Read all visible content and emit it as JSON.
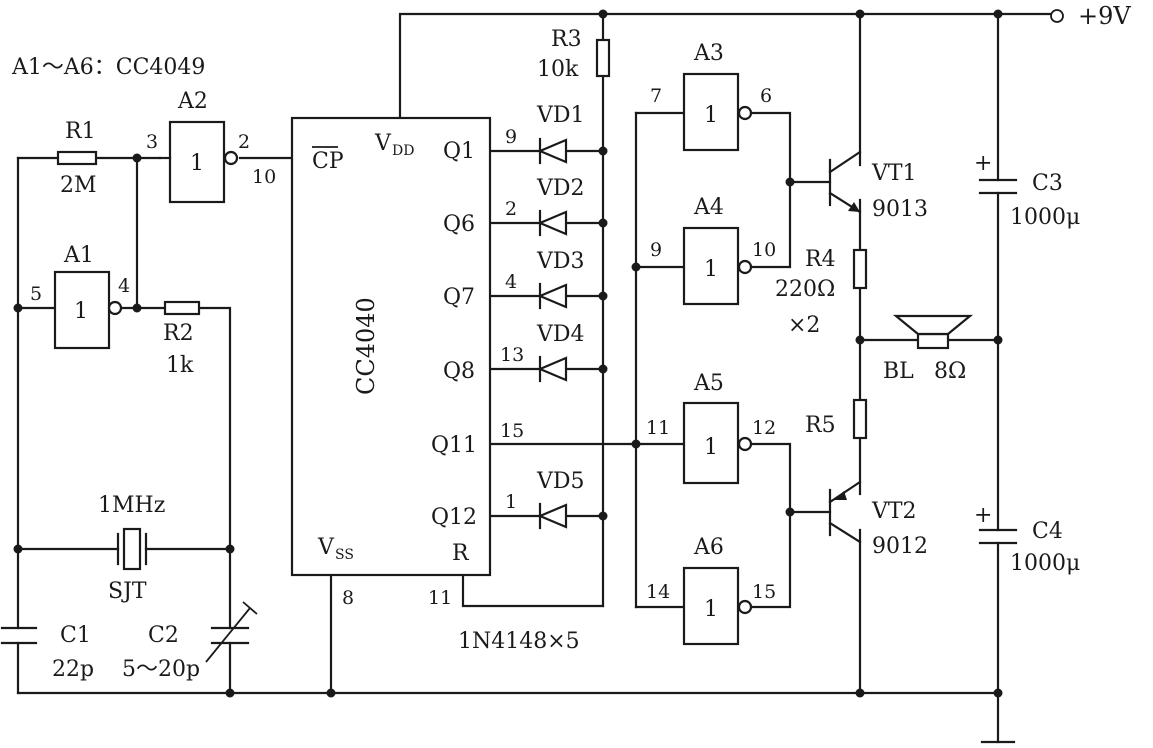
{
  "note": "A1～A6：CC4049",
  "supply": "+9V",
  "ic_main": {
    "name": "CC4040",
    "clock": "CP",
    "vdd": "V",
    "vdd_sub": "DD",
    "vss": "V",
    "vss_sub": "SS",
    "reset": "R",
    "outputs": [
      "Q1",
      "Q6",
      "Q7",
      "Q8",
      "Q11",
      "Q12"
    ],
    "pin_numbers": {
      "cp": "10",
      "vdd": "",
      "vss": "8",
      "r": "11",
      "q1": "9",
      "q6": "2",
      "q7": "4",
      "q8": "13",
      "q11": "15",
      "q12": "1"
    }
  },
  "gates": [
    {
      "name": "A1",
      "glyph": "1",
      "in_pin": "5",
      "out_pin": "4"
    },
    {
      "name": "A2",
      "glyph": "1",
      "in_pin": "3",
      "out_pin": "2"
    },
    {
      "name": "A3",
      "glyph": "1",
      "in_pin": "7",
      "out_pin": "6"
    },
    {
      "name": "A4",
      "glyph": "1",
      "in_pin": "9",
      "out_pin": "10"
    },
    {
      "name": "A5",
      "glyph": "1",
      "in_pin": "11",
      "out_pin": "12"
    },
    {
      "name": "A6",
      "glyph": "1",
      "in_pin": "14",
      "out_pin": "15"
    }
  ],
  "resistors": [
    {
      "name": "R1",
      "value": "2M"
    },
    {
      "name": "R2",
      "value": "1k"
    },
    {
      "name": "R3",
      "value": "10k"
    },
    {
      "name": "R4",
      "value": "220Ω"
    },
    {
      "name": "R5",
      "value": ""
    }
  ],
  "r4_r5_multiplier": "×2",
  "diodes": [
    "VD1",
    "VD2",
    "VD3",
    "VD4",
    "VD5"
  ],
  "diode_type": "1N4148×5",
  "crystal": {
    "name": "SJT",
    "value": "1MHz"
  },
  "capacitors": [
    {
      "name": "C1",
      "value": "22p"
    },
    {
      "name": "C2",
      "value": "5～20p"
    },
    {
      "name": "C3",
      "value": "1000μ"
    },
    {
      "name": "C4",
      "value": "1000μ"
    }
  ],
  "transistors": [
    {
      "name": "VT1",
      "type": "9013"
    },
    {
      "name": "VT2",
      "type": "9012"
    }
  ],
  "speaker": {
    "name": "BL",
    "value": "8Ω"
  },
  "polarity_mark": "+"
}
